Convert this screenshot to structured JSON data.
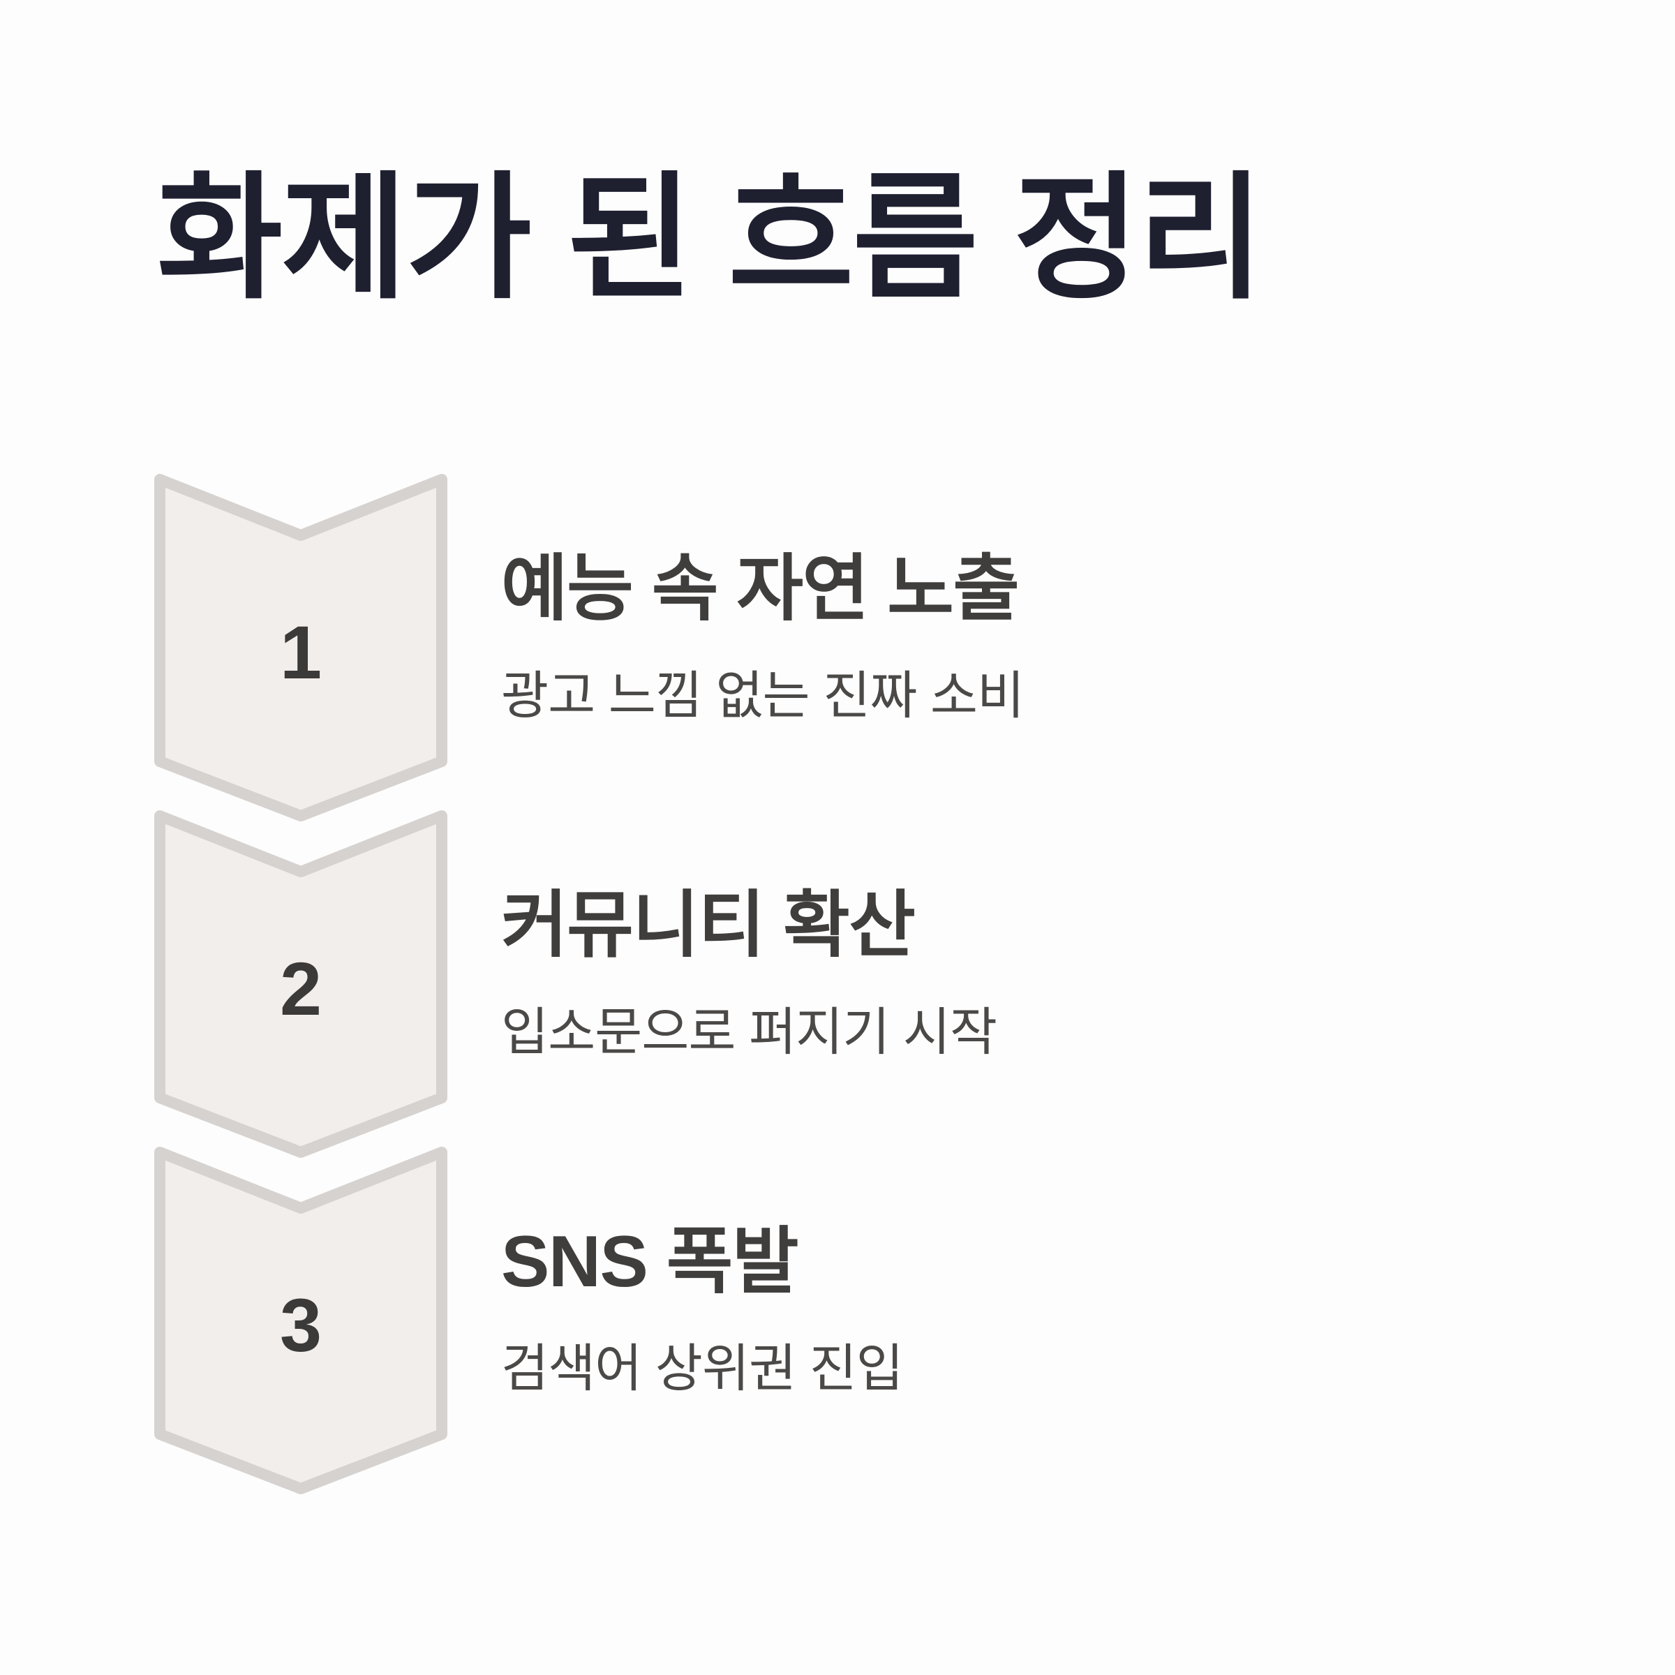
{
  "page": {
    "background_color": "#fdfdfd",
    "title": "화제가 된 흐름 정리",
    "title_color": "#1e2030"
  },
  "style": {
    "chevron_fill": "#f1eeec",
    "chevron_stroke": "#d6d2d0",
    "number_color": "#3c3a38",
    "step_title_color": "#403e3c",
    "step_sub_color": "#4b4947"
  },
  "steps": [
    {
      "number": "1",
      "title": "예능 속 자연 노출",
      "subtitle": "광고 느낌 없는 진짜 소비"
    },
    {
      "number": "2",
      "title": "커뮤니티 확산",
      "subtitle": "입소문으로 퍼지기 시작"
    },
    {
      "number": "3",
      "title": "SNS 폭발",
      "subtitle": "검색어 상위권 진입"
    }
  ]
}
